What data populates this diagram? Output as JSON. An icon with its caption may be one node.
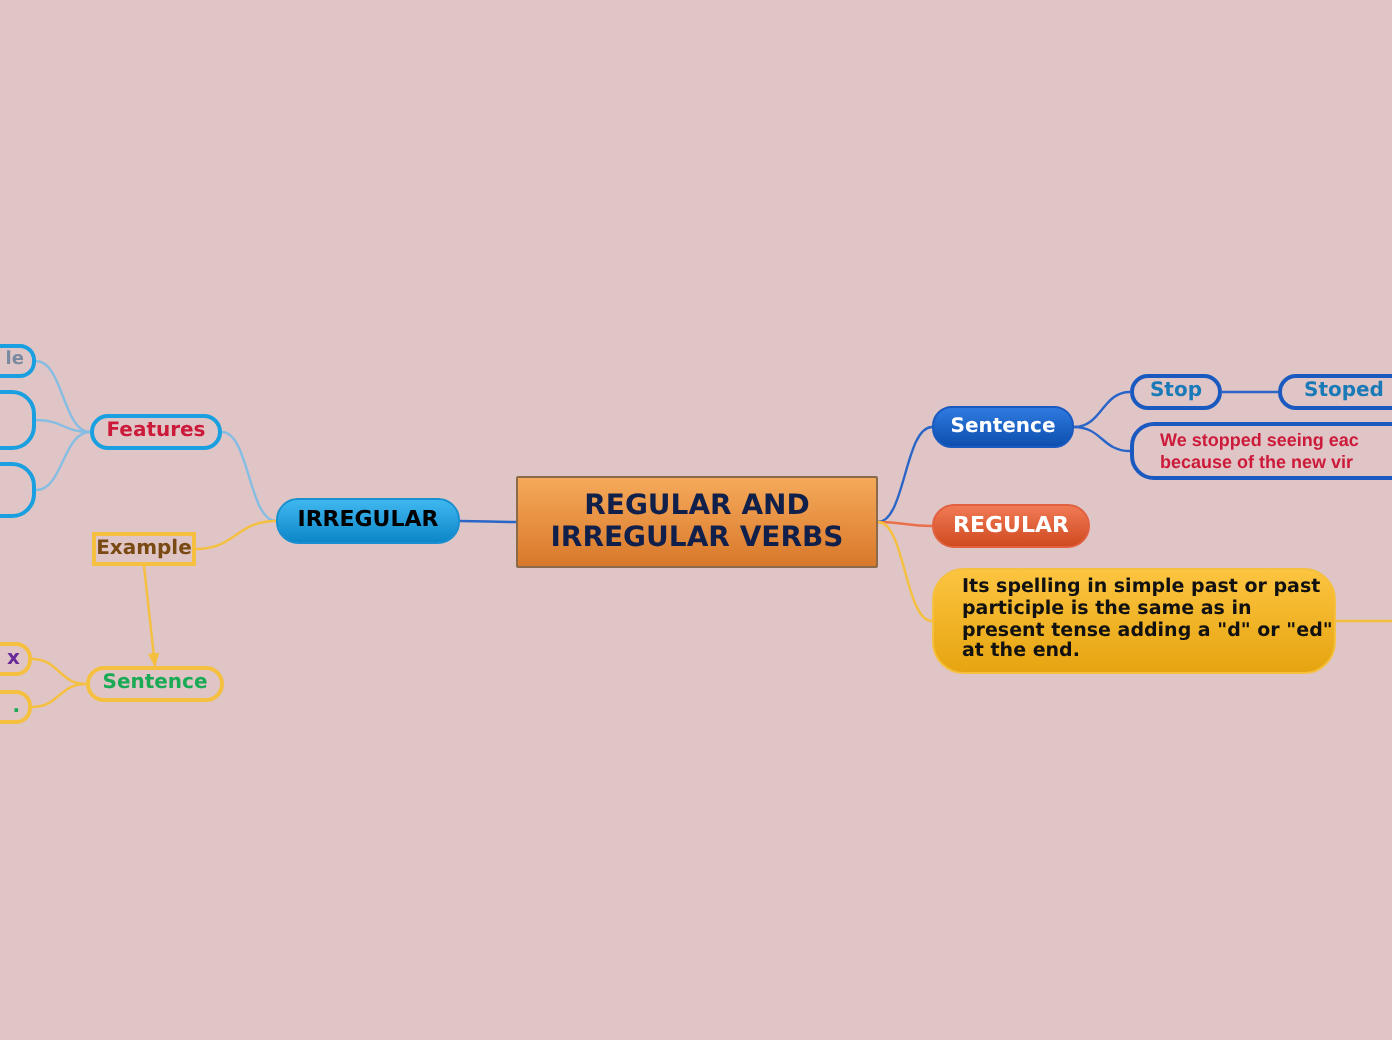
{
  "diagram": {
    "nodes": [
      {
        "text": [
          "REGULAR AND IRREGULAR VERBS"
        ]
      },
      {
        "text": [
          "IRREGULAR"
        ]
      },
      {
        "text": [
          "Features"
        ]
      },
      {
        "text": [
          "le"
        ]
      },
      {
        "text": [],
        "shape": "box"
      },
      {
        "text": [],
        "shape": "box"
      },
      {
        "text": [
          "Example"
        ]
      },
      {
        "text": [
          "Sentence"
        ]
      },
      {
        "text": [
          "x"
        ]
      },
      {
        "text": [
          "."
        ]
      },
      {
        "text": [
          "Sentence"
        ]
      },
      {
        "text": [
          "Stop"
        ]
      },
      {
        "text": [
          "Stoped"
        ]
      },
      {
        "text": [
          "We stopped seeing eac because of the new vir"
        ]
      },
      {
        "text": [
          "REGULAR"
        ]
      },
      {
        "text": [
          "Its spelling in simple past or past participle is the same as in present tense adding a \"d\" or \"ed\" at the end."
        ]
      }
    ],
    "edges": [
      {
        "from": 0,
        "to": 1,
        "arrow": "none",
        "color": "#2a66c8"
      },
      {
        "from": 1,
        "to": 2,
        "arrow": "none",
        "color": "#86bde3"
      },
      {
        "from": 2,
        "to": 3,
        "arrow": "none",
        "color": "#86bde3"
      },
      {
        "from": 2,
        "to": 4,
        "arrow": "none",
        "color": "#86bde3"
      },
      {
        "from": 2,
        "to": 5,
        "arrow": "none",
        "color": "#86bde3"
      },
      {
        "from": 1,
        "to": 6,
        "arrow": "none",
        "color": "#f5c040"
      },
      {
        "from": 6,
        "to": 7,
        "arrow": "to",
        "color": "#f5c040"
      },
      {
        "from": 7,
        "to": 8,
        "arrow": "none",
        "color": "#f5c040"
      },
      {
        "from": 7,
        "to": 9,
        "arrow": "none",
        "color": "#f5c040"
      },
      {
        "from": 0,
        "to": 10,
        "arrow": "none",
        "color": "#2a66c8"
      },
      {
        "from": 10,
        "to": 11,
        "arrow": "none",
        "color": "#2a66c8"
      },
      {
        "from": 11,
        "to": 12,
        "arrow": "none",
        "color": "#2a66c8"
      },
      {
        "from": 10,
        "to": 13,
        "arrow": "none",
        "color": "#2a66c8"
      },
      {
        "from": 0,
        "to": 14,
        "arrow": "none",
        "color": "#e8704a"
      },
      {
        "from": 0,
        "to": 15,
        "arrow": "none",
        "color": "#f5c040"
      },
      {
        "from": 15,
        "to": null,
        "arrow": "none",
        "color": "#f5c040"
      }
    ]
  }
}
